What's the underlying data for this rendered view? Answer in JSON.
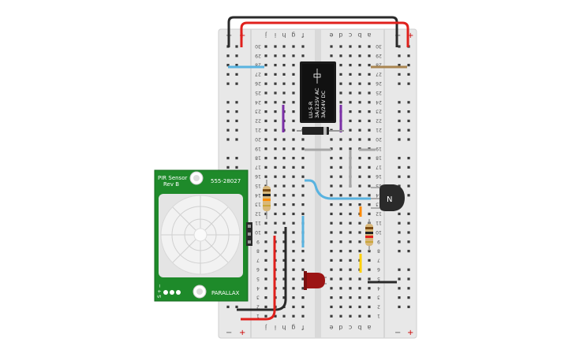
{
  "breadboard": {
    "rail_minus": "−",
    "rail_plus": "+",
    "columns_left": [
      "j",
      "i",
      "h",
      "g",
      "f"
    ],
    "columns_right": [
      "e",
      "d",
      "c",
      "b",
      "a"
    ],
    "rows": 30
  },
  "relay": {
    "label_lines": [
      "LU-5-R",
      "3A/125V AC",
      "3A/24V DC"
    ]
  },
  "transistor": {
    "label": "N"
  },
  "pir": {
    "title_line1": "PIR Sensor",
    "title_line2": "Rev B",
    "part_number": "555-28027",
    "brand": "PARALLAX",
    "pins": "S + −"
  },
  "colors": {
    "board": "#e8e8e8",
    "pcb": "#1e8a2a",
    "red_wire": "#e0201c",
    "black_wire": "#2a2a2a",
    "blue_wire": "#59b3e0",
    "brown_wire": "#a98550",
    "purple_wire": "#7b2fa8",
    "grey_wire": "#a6a6a6",
    "orange_wire": "#ff8a00",
    "yellow_wire": "#ffd000",
    "led": "#9c1414"
  }
}
